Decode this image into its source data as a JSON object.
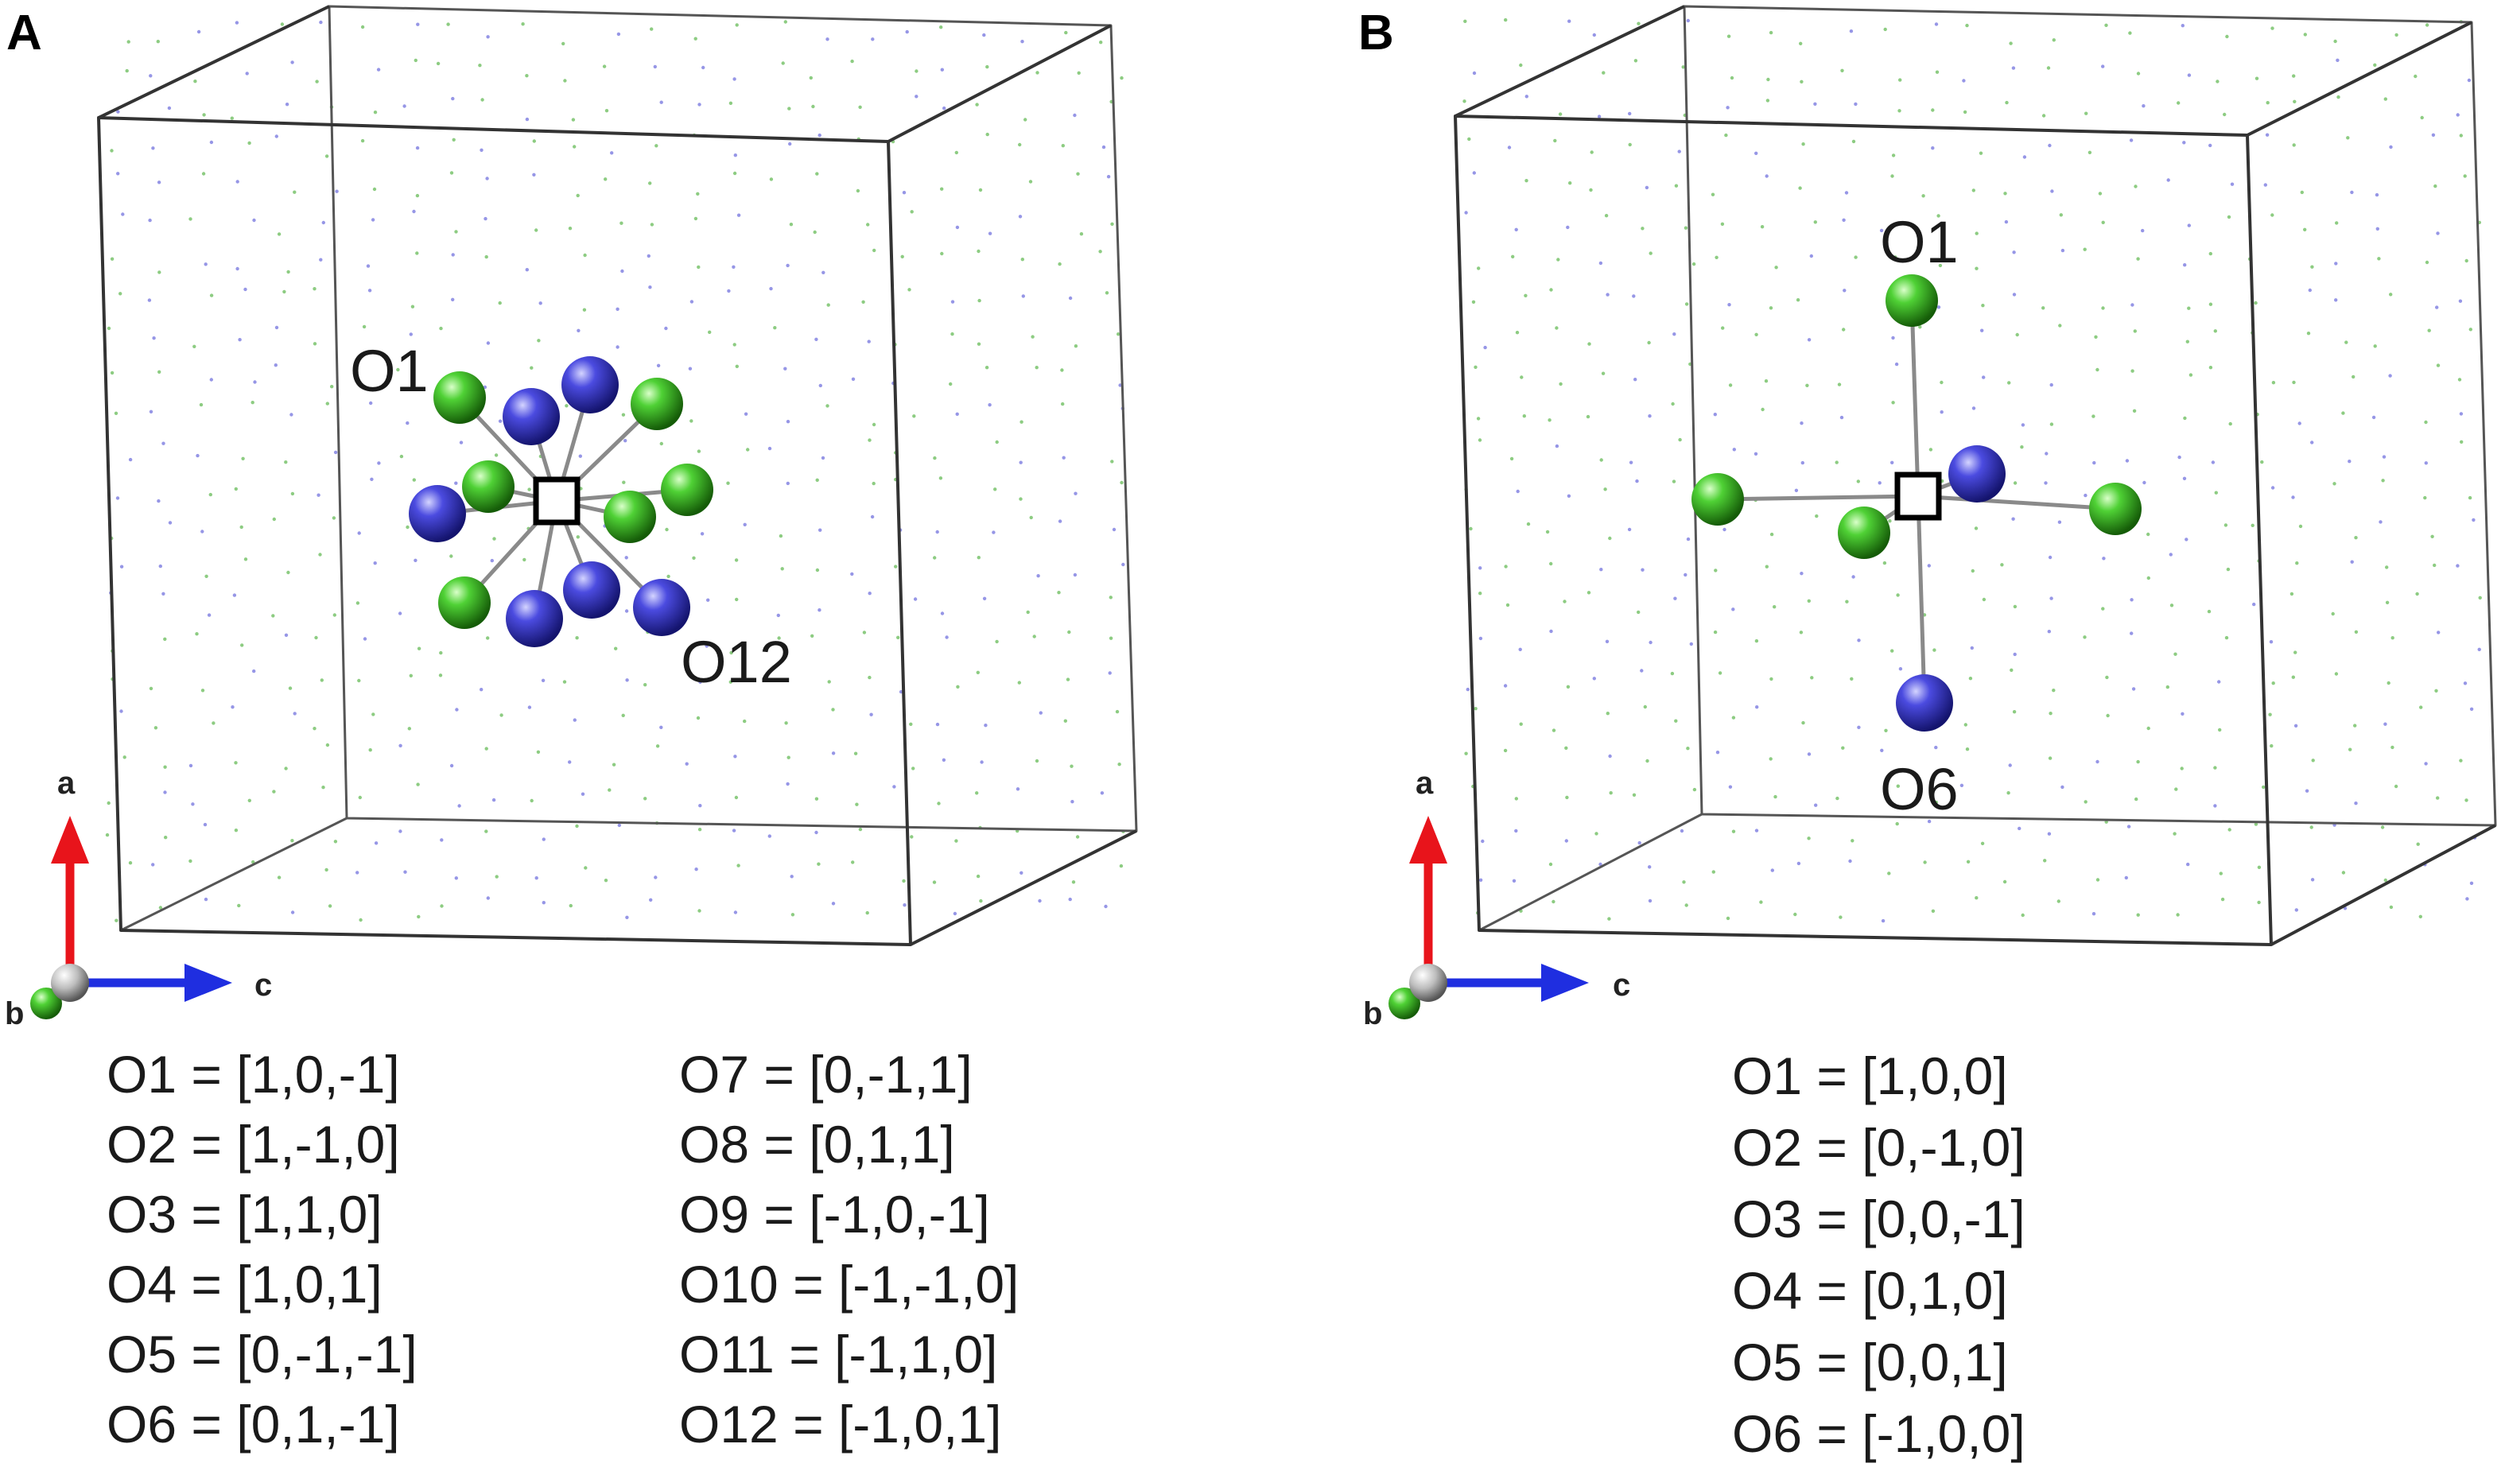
{
  "colors": {
    "green_atom": "#2fa21b",
    "blue_atom": "#3f3fd1",
    "axis_a": "#e8141b",
    "axis_b": "#28b418",
    "axis_c": "#1f2ee0",
    "cube_edge": "#333333",
    "bond": "#8a8a8a"
  },
  "panels": [
    {
      "letter": "A",
      "labels": {
        "top": "O1",
        "bottom": "O12"
      },
      "axes": {
        "a": "a",
        "b": "b",
        "c": "c"
      },
      "list_left": [
        "O1 = [1,0,-1]",
        "O2 = [1,-1,0]",
        "O3 = [1,1,0]",
        "O4 = [1,0,1]",
        "O5 = [0,-1,-1]",
        "O6 = [0,1,-1]"
      ],
      "list_right": [
        "O7 = [0,-1,1]",
        "O8 = [0,1,1]",
        "O9 = [-1,0,-1]",
        "O10 = [-1,-1,0]",
        "O11 = [-1,1,0]",
        "O12 = [-1,0,1]"
      ]
    },
    {
      "letter": "B",
      "labels": {
        "top": "O1",
        "bottom": "O6"
      },
      "axes": {
        "a": "a",
        "b": "b",
        "c": "c"
      },
      "list": [
        "O1 = [1,0,0]",
        "O2 = [0,-1,0]",
        "O3 = [0,0,-1]",
        "O4 = [0,1,0]",
        "O5 = [0,0,1]",
        "O6 = [-1,0,0]"
      ]
    }
  ]
}
